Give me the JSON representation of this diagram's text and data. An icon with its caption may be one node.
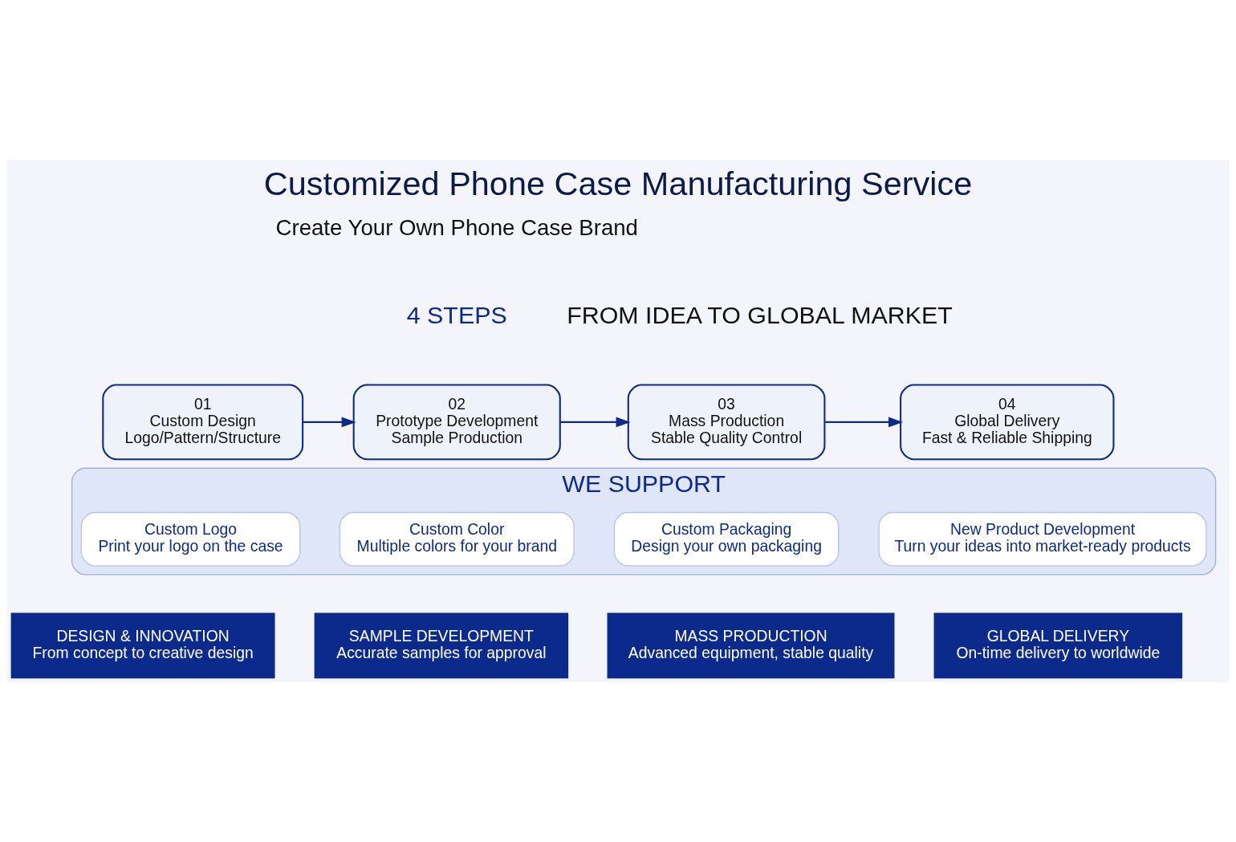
{
  "diagram": {
    "title": "Customized Phone Case Manufacturing Service",
    "nodes": [
      {
        "text": [
          "01",
          "Custom Design",
          "Logo/Pattern/Structure"
        ]
      },
      {
        "text": [
          "02",
          "Prototype Development",
          "Sample Production"
        ]
      },
      {
        "text": [
          "03",
          "Mass Production",
          "Stable Quality Control"
        ]
      },
      {
        "text": [
          "04",
          "Global Delivery",
          "Fast & Reliable Shipping"
        ]
      },
      {
        "text": [
          "WE SUPPORT"
        ]
      },
      {
        "text": [
          "Custom Logo",
          "Print your logo on the case"
        ],
        "in": 4
      },
      {
        "text": [
          "Custom Color",
          "Multiple colors for your brand"
        ],
        "in": 4
      },
      {
        "text": [
          "Custom Packaging",
          "Design your own packaging"
        ],
        "in": 4
      },
      {
        "text": [
          "New Product Development",
          "Turn your ideas into market-ready products"
        ],
        "in": 4
      },
      {
        "text": [
          "DESIGN & INNOVATION",
          "From concept to creative design"
        ]
      },
      {
        "text": [
          "SAMPLE DEVELOPMENT",
          "Accurate samples for approval"
        ]
      },
      {
        "text": [
          "MASS PRODUCTION",
          "Advanced equipment, stable quality"
        ]
      },
      {
        "text": [
          "GLOBAL DELIVERY",
          "On-time delivery to worldwide"
        ]
      }
    ],
    "edges": [
      {
        "from": 0,
        "to": 1,
        "arrow": "to"
      },
      {
        "from": 1,
        "to": 2,
        "arrow": "to"
      },
      {
        "from": 2,
        "to": 3,
        "arrow": "to"
      }
    ],
    "labels": [
      "Create Your Own Phone Case Brand",
      "4 STEPS",
      "FROM IDEA TO GLOBAL MARKET"
    ]
  }
}
